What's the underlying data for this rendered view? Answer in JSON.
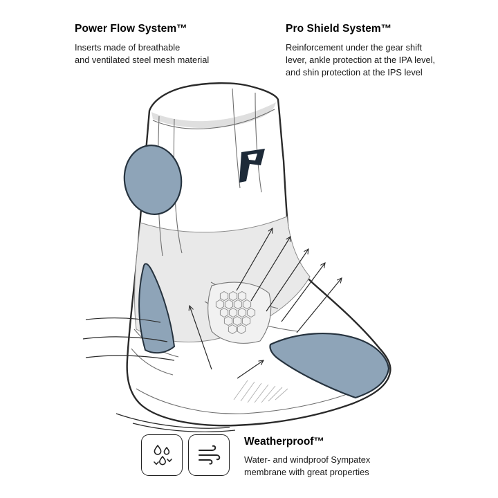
{
  "features": {
    "power_flow": {
      "title": "Power Flow System™",
      "description": "Inserts made of breathable\nand ventilated steel mesh material"
    },
    "pro_shield": {
      "title": "Pro Shield System™",
      "description": "Reinforcement under the gear shift\nlever, ankle protection at the IPA level,\nand shin protection at the IPS level"
    },
    "weatherproof": {
      "title": "Weatherproof™",
      "description": "Water- and windproof Sympatex\nmembrane with great properties"
    }
  },
  "icons": {
    "waterproof": "water-drops-icon",
    "windproof": "wind-flow-icon",
    "brand": "brand-logo"
  },
  "colors": {
    "accent": "#8EA4B8",
    "outline": "#2A2A2A",
    "panel_gray": "#E9E9E9"
  },
  "illustration": {
    "subject": "motorcycle-boot-technical-drawing"
  }
}
